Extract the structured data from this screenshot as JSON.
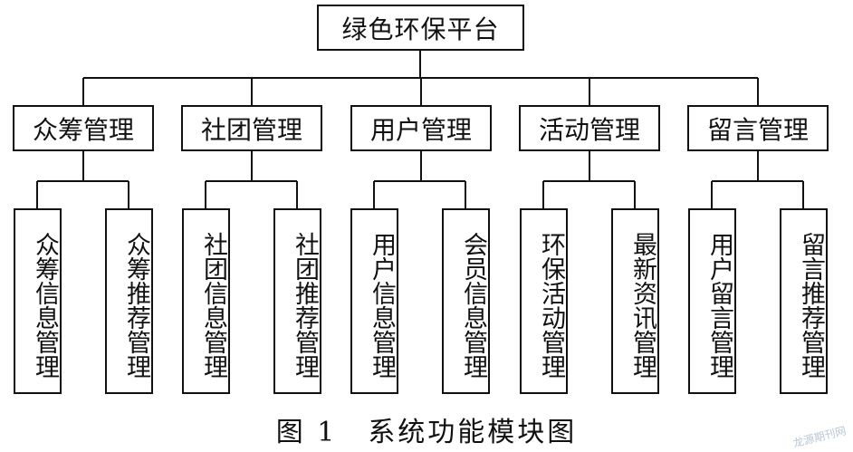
{
  "diagram": {
    "root": "绿色环保平台",
    "modules": [
      {
        "label": "众筹管理",
        "children": [
          "众筹信息管理",
          "众筹推荐管理"
        ]
      },
      {
        "label": "社团管理",
        "children": [
          "社团信息管理",
          "社团推荐管理"
        ]
      },
      {
        "label": "用户管理",
        "children": [
          "用户信息管理",
          "会员信息管理"
        ]
      },
      {
        "label": "活动管理",
        "children": [
          "环保活动管理",
          "最新资讯管理"
        ]
      },
      {
        "label": "留言管理",
        "children": [
          "用户留言管理",
          "留言推荐管理"
        ]
      }
    ]
  },
  "caption": {
    "figure_no": "图 1",
    "title": "系统功能模块图"
  },
  "watermark": "龙源期刊网"
}
